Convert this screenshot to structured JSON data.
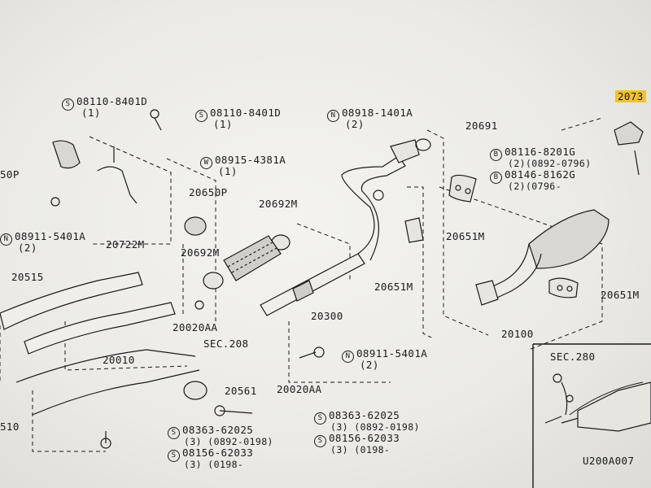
{
  "diagram_id": "U200A007",
  "labels": [
    {
      "id": "l_08110_a",
      "badge": "S",
      "text": "08110-8401D"
    },
    {
      "id": "l_08110_a_q",
      "text": "(1)"
    },
    {
      "id": "l_08110_b",
      "badge": "S",
      "text": "08110-8401D"
    },
    {
      "id": "l_08110_b_q",
      "text": "(1)"
    },
    {
      "id": "l_08918",
      "badge": "N",
      "text": "08918-1401A"
    },
    {
      "id": "l_08918_q",
      "text": "(2)"
    },
    {
      "id": "l_20691",
      "text": "20691"
    },
    {
      "id": "l_2073",
      "text": "2073"
    },
    {
      "id": "l_08116",
      "badge": "B",
      "text": "08116-8201G"
    },
    {
      "id": "l_08116_q",
      "text": "(2)(0892-0796)"
    },
    {
      "id": "l_08146",
      "badge": "B",
      "text": "08146-8162G"
    },
    {
      "id": "l_08146_q",
      "text": "(2)(0796-"
    },
    {
      "id": "l_08915",
      "badge": "W",
      "text": "08915-4381A"
    },
    {
      "id": "l_08915_q",
      "text": "(1)"
    },
    {
      "id": "l_50p",
      "text": "50P"
    },
    {
      "id": "l_20650p",
      "text": "20650P"
    },
    {
      "id": "l_20692m_a",
      "text": "20692M"
    },
    {
      "id": "l_20692m_b",
      "text": "20692M"
    },
    {
      "id": "l_08911_a",
      "badge": "N",
      "text": "08911-5401A"
    },
    {
      "id": "l_08911_a_q",
      "text": "(2)"
    },
    {
      "id": "l_20722m",
      "text": "20722M"
    },
    {
      "id": "l_20651m_a",
      "text": "20651M"
    },
    {
      "id": "l_20651m_b",
      "text": "20651M"
    },
    {
      "id": "l_20651m_c",
      "text": "20651M"
    },
    {
      "id": "l_20515",
      "text": "20515"
    },
    {
      "id": "l_20020aa_a",
      "text": "20020AA"
    },
    {
      "id": "l_sec208",
      "text": "SEC.208"
    },
    {
      "id": "l_20300",
      "text": "20300"
    },
    {
      "id": "l_20100",
      "text": "20100"
    },
    {
      "id": "l_20010",
      "text": "20010"
    },
    {
      "id": "l_08911_b",
      "badge": "N",
      "text": "08911-5401A"
    },
    {
      "id": "l_08911_b_q",
      "text": "(2)"
    },
    {
      "id": "l_20020aa_b",
      "text": "20020AA"
    },
    {
      "id": "l_20561",
      "text": "20561"
    },
    {
      "id": "l_08363_a",
      "badge": "S",
      "text": "08363-62025"
    },
    {
      "id": "l_08363_a_q",
      "text": "(3) (0892-0198)"
    },
    {
      "id": "l_08156_a",
      "badge": "S",
      "text": "08156-62033"
    },
    {
      "id": "l_08156_a_q",
      "text": "(3) (0198-"
    },
    {
      "id": "l_08363_b",
      "badge": "S",
      "text": "08363-62025"
    },
    {
      "id": "l_08363_b_q",
      "text": "(3) (0892-0198)"
    },
    {
      "id": "l_08156_b",
      "badge": "S",
      "text": "08156-62033"
    },
    {
      "id": "l_08156_b_q",
      "text": "(3) (0198-"
    },
    {
      "id": "l_510",
      "text": "510"
    },
    {
      "id": "l_sec280",
      "text": "SEC.280"
    },
    {
      "id": "l_code",
      "text": "U200A007"
    }
  ]
}
